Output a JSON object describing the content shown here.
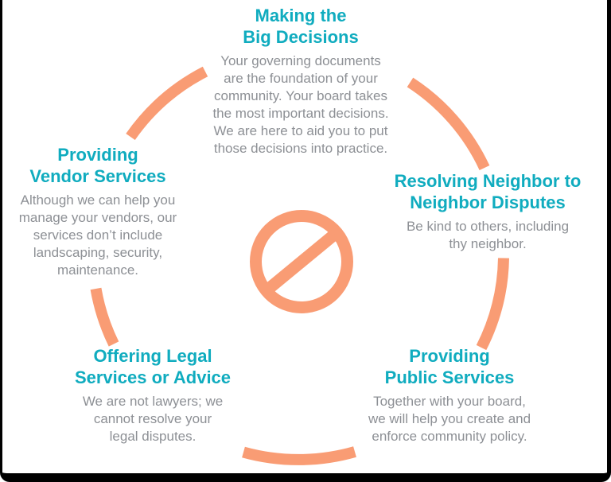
{
  "colors": {
    "accent_orange": "#F99C74",
    "heading_teal": "#10ACBF",
    "body_gray": "#8D9095",
    "frame_black": "#000000"
  },
  "center_icon": "prohibition-icon",
  "sections": {
    "top": {
      "heading": "Making the\nBig Decisions",
      "body": "Your governing documents\nare the foundation of your\ncommunity. Your board takes\nthe most important decisions.\nWe are here to aid you to put\nthose decisions into practice."
    },
    "left": {
      "heading": "Providing\nVendor Services",
      "body": "Although we can help you\nmanage your vendors, our\nservices don’t include\nlandscaping, security,\nmaintenance."
    },
    "right": {
      "heading": "Resolving Neighbor to\nNeighbor Disputes",
      "body": "Be kind to others, including\nthy neighbor."
    },
    "bottom_left": {
      "heading": "Offering Legal\nServices or Advice",
      "body": "We are not lawyers; we\ncannot resolve your\nlegal disputes."
    },
    "bottom_right": {
      "heading": "Providing\nPublic Services",
      "body": "Together with your board,\nwe will help you create and\nenforce community policy."
    }
  }
}
